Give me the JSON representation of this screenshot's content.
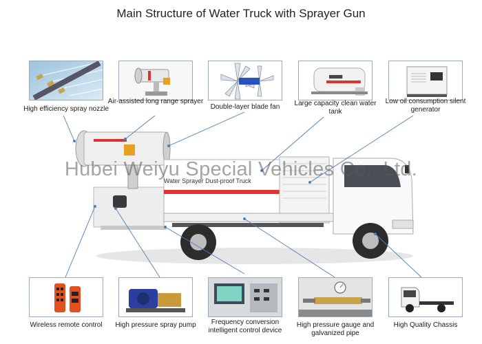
{
  "title": "Main Structure of Water Truck with Sprayer Gun",
  "watermark": "Hubei Weiyu Special Vehicles Co., Ltd.",
  "truck_body_label": "Water Sprayer Dust-proof Truck",
  "top_parts": [
    {
      "label": "High efficiency spray nozzle",
      "icon": "spray-nozzle-photo"
    },
    {
      "label": "Air-assisted long range sprayer",
      "icon": "sprayer-cannon-photo"
    },
    {
      "label": "Double-layer blade fan",
      "icon": "blade-fan-photo"
    },
    {
      "label": "Large capacity clean water tank",
      "icon": "water-tank-photo"
    },
    {
      "label": "Low oil consumption silent generator",
      "icon": "generator-photo"
    }
  ],
  "bottom_parts": [
    {
      "label": "Wireless remote control",
      "icon": "remote-control-photo"
    },
    {
      "label": "High pressure spray pump",
      "icon": "pump-photo"
    },
    {
      "label": "Frequency conversion intelligent control device",
      "icon": "control-device-photo"
    },
    {
      "label": "High pressure gauge and galvanized pipe",
      "icon": "pressure-gauge-photo"
    },
    {
      "label": "High Quality Chassis",
      "icon": "chassis-photo"
    }
  ]
}
